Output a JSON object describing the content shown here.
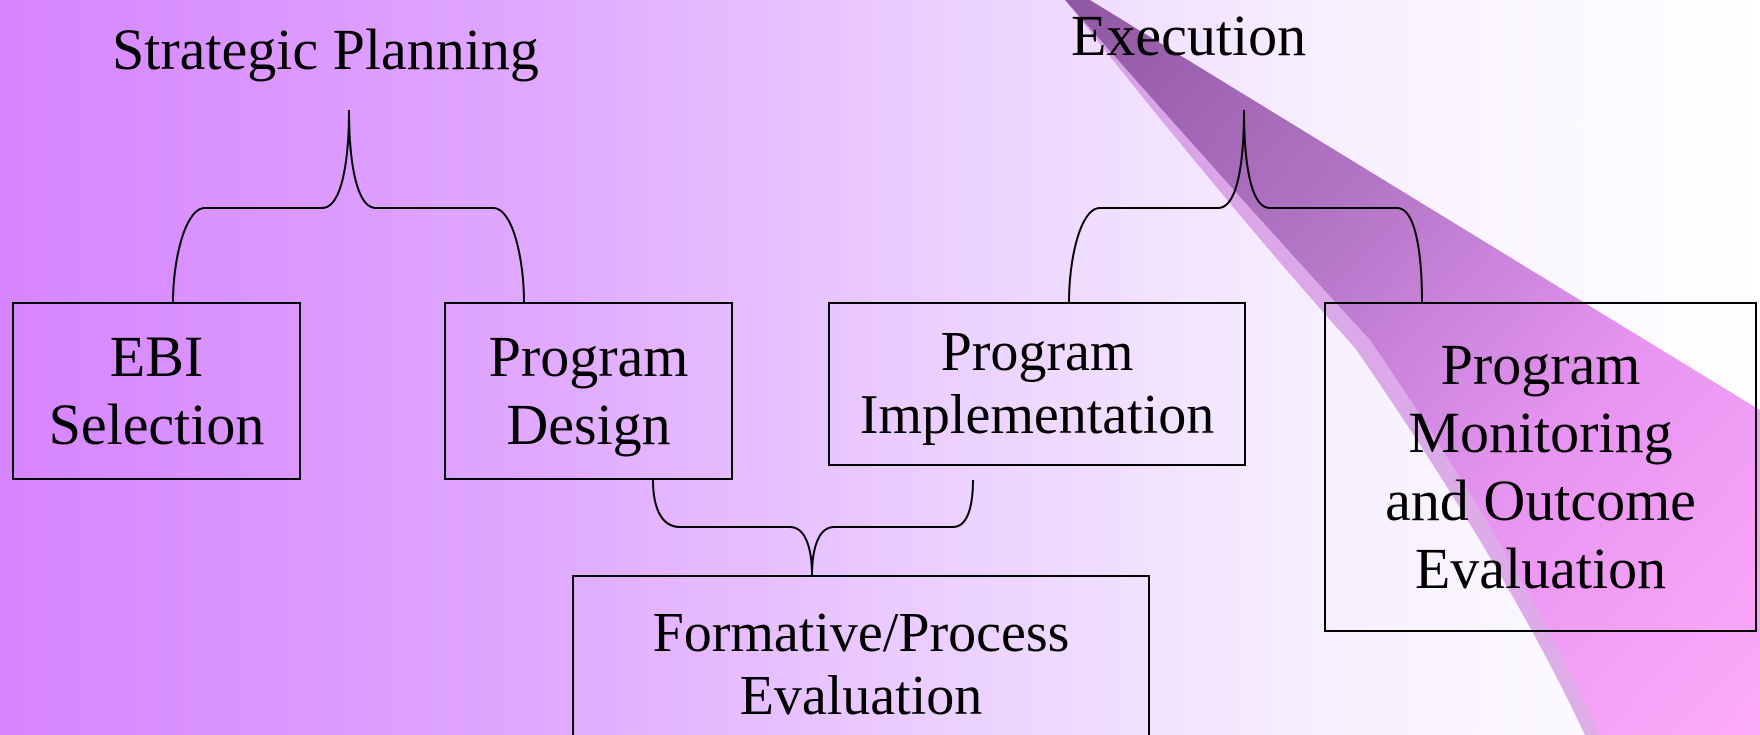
{
  "headings": {
    "strategic_planning": "Strategic Planning",
    "execution": "Execution"
  },
  "boxes": {
    "ebi_selection": "EBI\nSelection",
    "program_design": "Program\nDesign",
    "program_implementation": "Program\nImplementation",
    "program_monitoring": "Program\nMonitoring\nand Outcome\nEvaluation",
    "formative_process": "Formative/Process\nEvaluation"
  },
  "colors": {
    "background_left": "#d684ff",
    "background_right": "#ffffff",
    "swoosh_dark": "#9c5fae",
    "swoosh_pink": "#ff9cf6",
    "line": "#000000"
  }
}
